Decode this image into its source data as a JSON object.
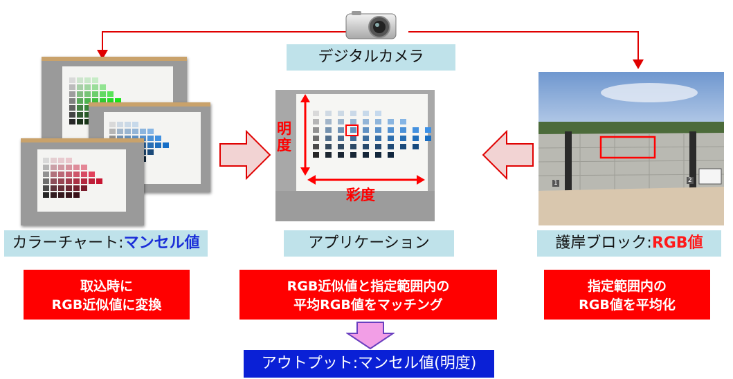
{
  "camera": {
    "label": "デジタルカメラ"
  },
  "left": {
    "label_prefix": "カラーチャート:",
    "label_highlight": "マンセル値",
    "desc_line1": "取込時に",
    "desc_line2": "RGB近似値に変換"
  },
  "center": {
    "label": "アプリケーション",
    "axis_vertical": "明度",
    "axis_horizontal": "彩度",
    "desc_line1": "RGB近似値と指定範囲内の",
    "desc_line2": "平均RGB値をマッチング"
  },
  "right": {
    "label_prefix": "護岸ブロック:",
    "label_highlight": "RGB値",
    "desc_line1": "指定範囲内の",
    "desc_line2": "RGB値を平均化",
    "marker_1": "1",
    "marker_2": "2"
  },
  "output": {
    "label": "アウトプット:マンセル値(明度)"
  },
  "colors": {
    "label_bg": "#bfe2ea",
    "red_box": "#ff0000",
    "output_bg": "#0a20d6",
    "arrow_fill": "#f2d3d3",
    "down_arrow_fill": "#f29ee6"
  }
}
